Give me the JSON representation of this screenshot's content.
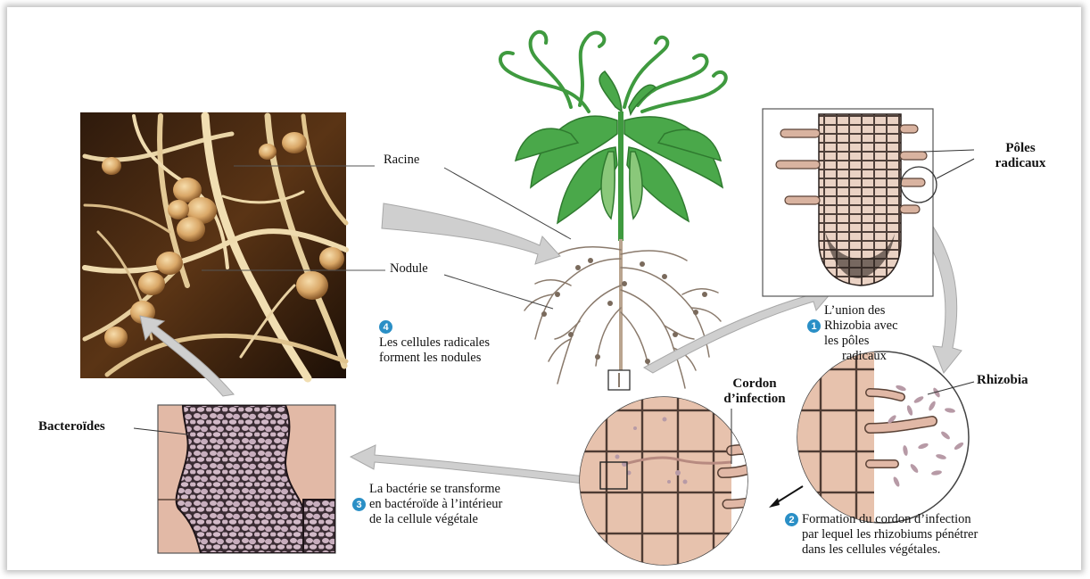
{
  "labels": {
    "racine": "Racine",
    "nodule": "Nodule",
    "poles_radicaux_1": "Pôles",
    "poles_radicaux_2": "radicaux",
    "rhizobia": "Rhizobia",
    "cordon_1": "Cordon",
    "cordon_2": "d’infection",
    "bacteroides": "Bacteroïdes"
  },
  "steps": [
    {
      "number": "1",
      "lines": [
        "L’union des",
        "Rhizobia avec",
        "les pôles",
        "radicaux"
      ]
    },
    {
      "number": "2",
      "lines": [
        "Formation du cordon d’infection",
        "par lequel les rhizobiums pénétrer",
        "dans les cellules végétales."
      ]
    },
    {
      "number": "3",
      "lines": [
        "La bactérie se transforme",
        "en bactéroïde à l’intérieur",
        "de la cellule végétale"
      ]
    },
    {
      "number": "4",
      "lines": [
        "Les cellules radicales",
        "forment les nodules"
      ]
    }
  ],
  "colors": {
    "leaf": "#4aa84a",
    "tissue": "#e8c7b4",
    "cell_line": "#5a4a42",
    "arrow": "#c8c8c8",
    "step_badge": "#2a8fc6"
  }
}
